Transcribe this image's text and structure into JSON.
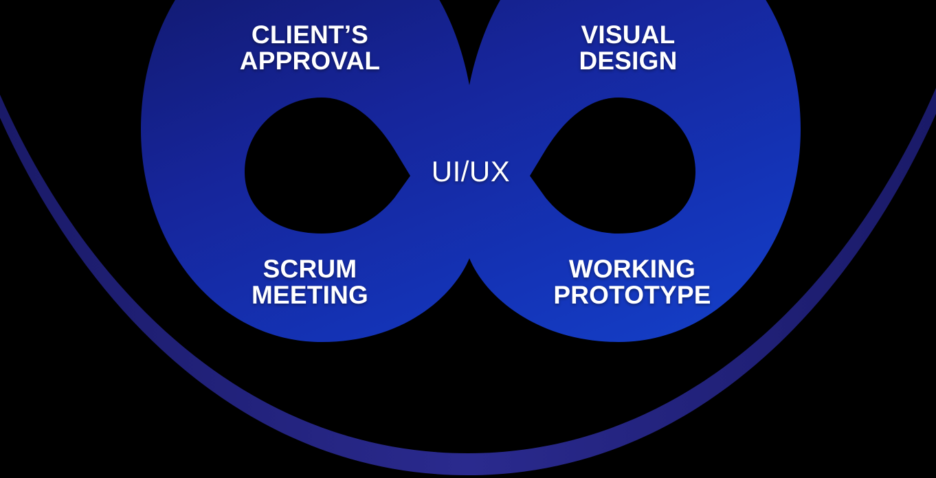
{
  "diagram": {
    "type": "infinity-loop",
    "title": "UI/UX",
    "center": {
      "label": "UI/UX",
      "icon": "infinity-icon"
    },
    "background": {
      "color": "#000000",
      "arc_color": "#232380",
      "arc_name": "decorative-arc"
    },
    "shape": {
      "name": "lemniscate",
      "gradient_from": "#141d76",
      "gradient_mid": "#1432a8",
      "gradient_to": "#1548d2",
      "hole_color": "#000000"
    },
    "nodes": [
      {
        "id": "clients-approval",
        "label": "CLIENT’S\nAPPROVAL",
        "position": "top-left",
        "color": "#ffffff"
      },
      {
        "id": "visual-design",
        "label": "VISUAL\nDESIGN",
        "position": "top-right",
        "color": "#ffffff"
      },
      {
        "id": "scrum-meeting",
        "label": "SCRUM\nMEETING",
        "position": "bottom-left",
        "color": "#ffffff"
      },
      {
        "id": "working-prototype",
        "label": "WORKING\nPROTOTYPE",
        "position": "bottom-right",
        "color": "#ffffff"
      }
    ]
  }
}
